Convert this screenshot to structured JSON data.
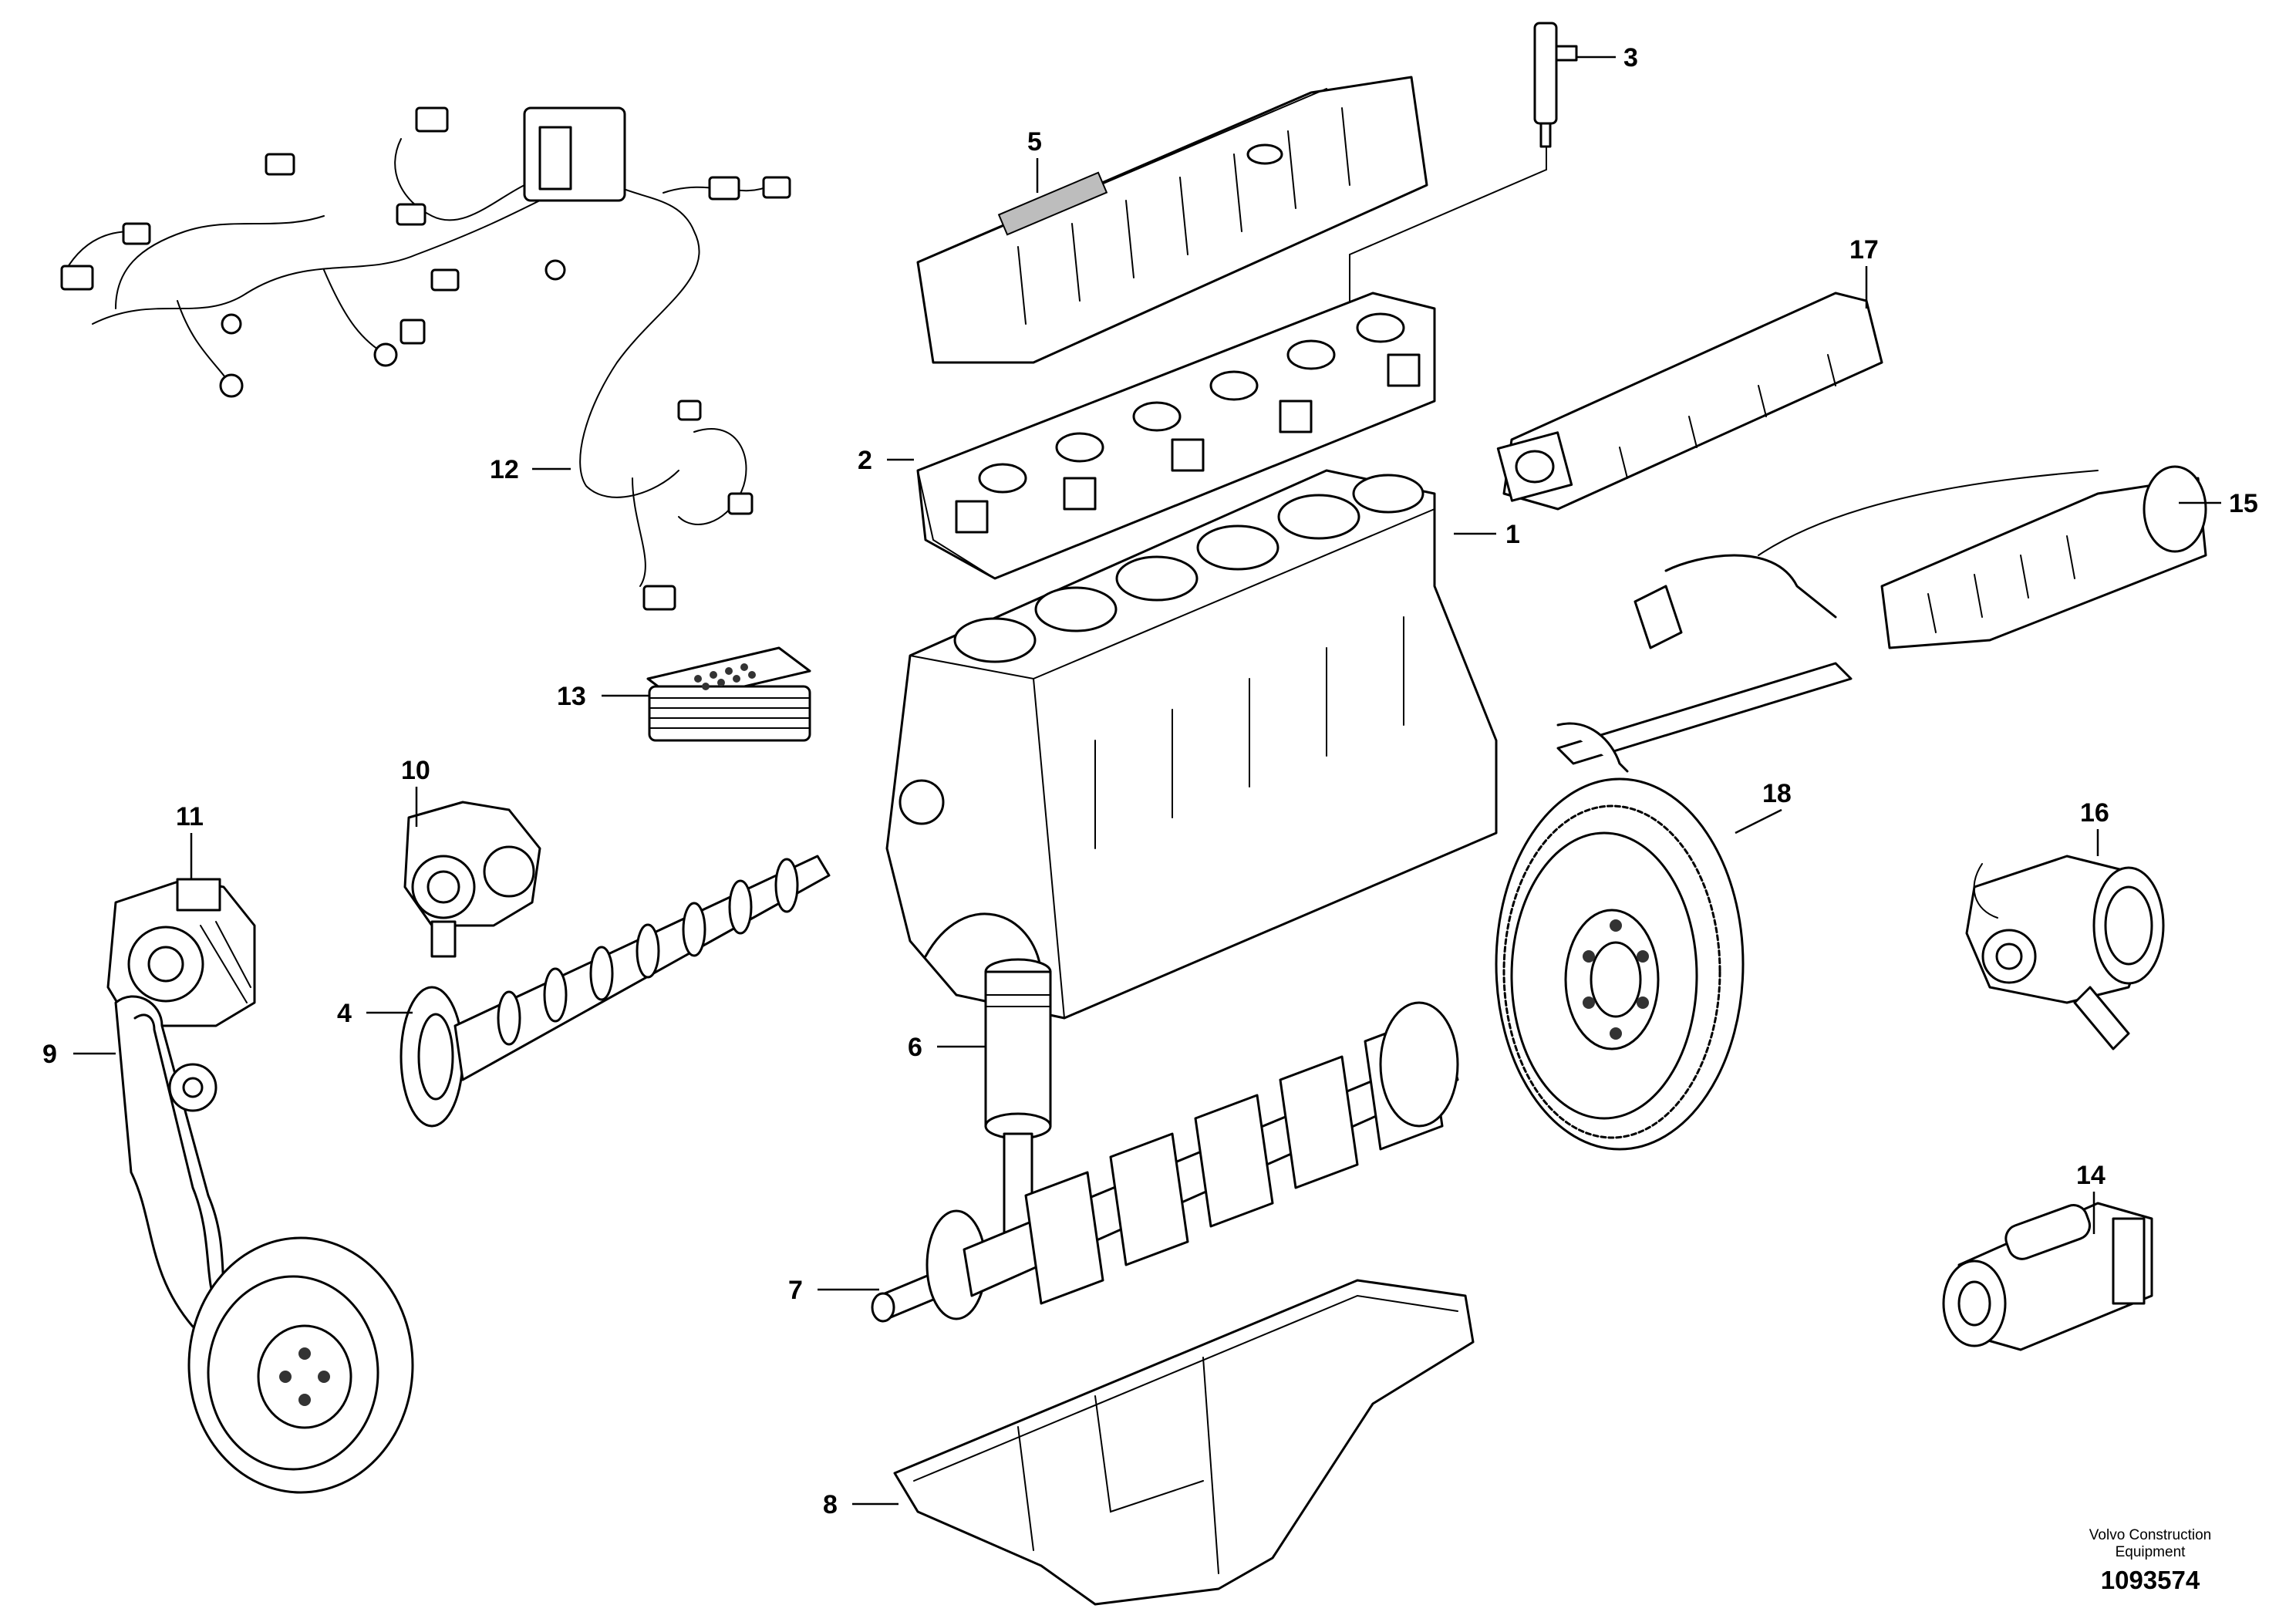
{
  "callouts": [
    {
      "id": "1",
      "label": "1"
    },
    {
      "id": "2",
      "label": "2"
    },
    {
      "id": "3",
      "label": "3"
    },
    {
      "id": "4",
      "label": "4"
    },
    {
      "id": "5",
      "label": "5"
    },
    {
      "id": "6",
      "label": "6"
    },
    {
      "id": "7",
      "label": "7"
    },
    {
      "id": "8",
      "label": "8"
    },
    {
      "id": "9",
      "label": "9"
    },
    {
      "id": "10",
      "label": "10"
    },
    {
      "id": "11",
      "label": "11"
    },
    {
      "id": "12",
      "label": "12"
    },
    {
      "id": "13",
      "label": "13"
    },
    {
      "id": "14",
      "label": "14"
    },
    {
      "id": "15",
      "label": "15"
    },
    {
      "id": "16",
      "label": "16"
    },
    {
      "id": "17",
      "label": "17"
    },
    {
      "id": "18",
      "label": "18"
    }
  ],
  "footer": {
    "brand_line1": "Volvo Construction",
    "brand_line2": "Equipment",
    "document_number": "1093574"
  }
}
